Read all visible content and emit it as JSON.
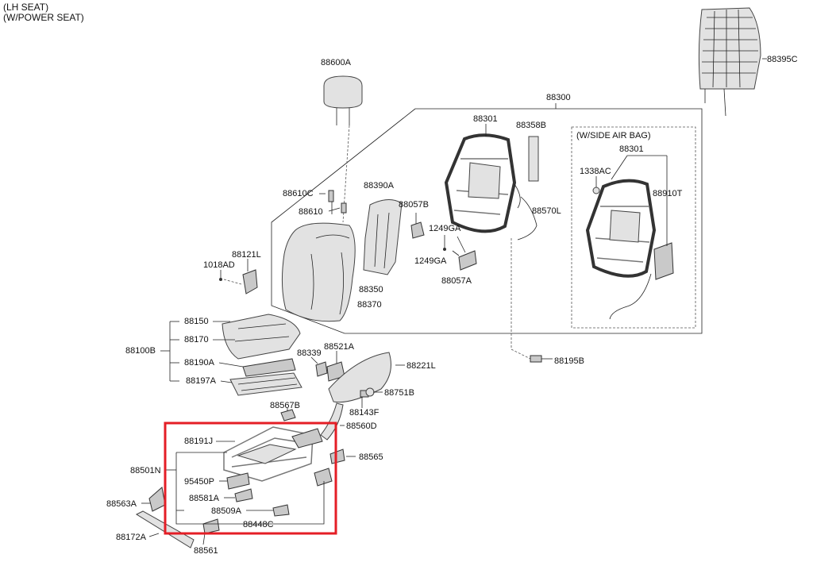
{
  "header": {
    "line1": "(LH SEAT)",
    "line2": "(W/POWER SEAT)"
  },
  "diagram": {
    "subgroup_label": "(W/SIDE AIR BAG)",
    "highlight_color": "#e41e26",
    "labels": {
      "p88600A": "88600A",
      "p88395C": "88395C",
      "p88300": "88300",
      "p88301a": "88301",
      "p88358B": "88358B",
      "p88301b": "88301",
      "p1338AC": "1338AC",
      "p88910T": "88910T",
      "p88610C": "88610C",
      "p88390A": "88390A",
      "p88057B": "88057B",
      "p88570L": "88570L",
      "p88610": "88610",
      "p1249GAa": "1249GA",
      "p1249GAb": "1249GA",
      "p88121L": "88121L",
      "p1018AD": "1018AD",
      "p88057A": "88057A",
      "p88350": "88350",
      "p88370": "88370",
      "p88150": "88150",
      "p88170": "88170",
      "p88100B": "88100B",
      "p88339": "88339",
      "p88521A": "88521A",
      "p88221L": "88221L",
      "p88195B": "88195B",
      "p88190A": "88190A",
      "p88197A": "88197A",
      "p88751B": "88751B",
      "p88143F": "88143F",
      "p88567B": "88567B",
      "p88560D": "88560D",
      "p88191J": "88191J",
      "p88565": "88565",
      "p88501N": "88501N",
      "p95450P": "95450P",
      "p88581A": "88581A",
      "p88563A": "88563A",
      "p88509A": "88509A",
      "p88448C": "88448C",
      "p88172A": "88172A",
      "p88561": "88561"
    }
  }
}
